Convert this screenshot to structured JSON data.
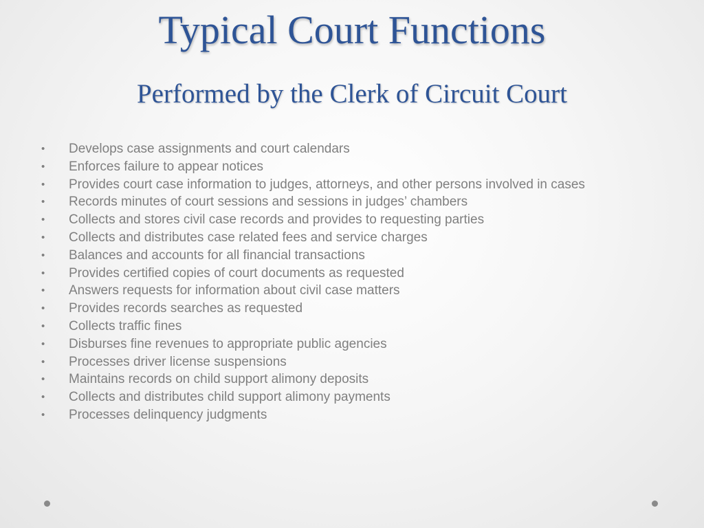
{
  "slide": {
    "title": "Typical Court Functions",
    "subtitle": "Performed by the Clerk of Circuit Court",
    "bullet_glyph": "•",
    "items": [
      "Develops case assignments and court calendars",
      "Enforces failure to appear notices",
      "Provides court case information to judges, attorneys, and other persons involved in cases",
      "Records minutes of court sessions and sessions in judges’ chambers",
      "Collects and stores civil case records and provides to requesting parties",
      "Collects and distributes case related fees and service charges",
      "Balances and accounts for all financial transactions",
      "Provides certified copies of court documents as requested",
      "Answers requests for information about civil case matters",
      "Provides records searches as requested",
      "Collects traffic fines",
      "Disburses fine revenues to appropriate public agencies",
      "Processes driver license suspensions",
      "Maintains records on child support alimony deposits",
      "Collects and distributes child support alimony payments",
      "Processes delinquency judgments"
    ]
  },
  "colors": {
    "title": "#2e5496",
    "body_text": "#7f7f7f",
    "corner_dots": "#8a8a8a"
  }
}
